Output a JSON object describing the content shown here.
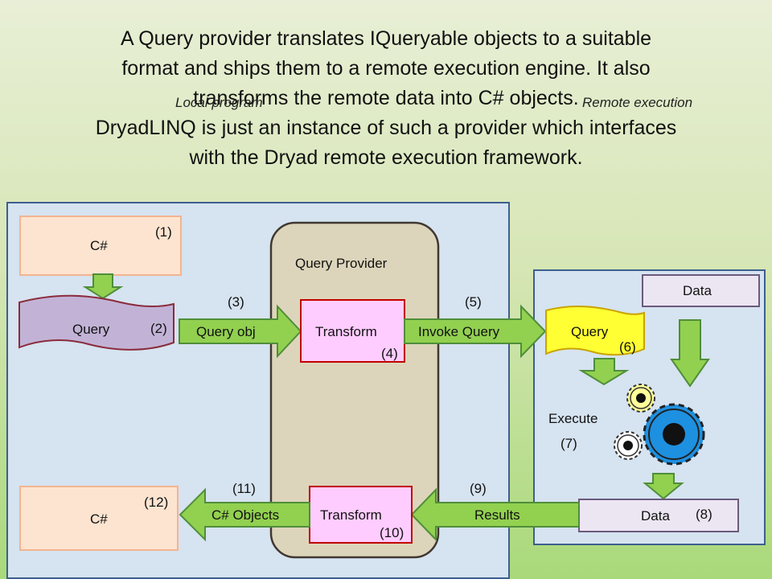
{
  "title_lines": [
    "A Query provider translates IQueryable objects to a suitable",
    "format and ships them to a remote execution engine.  It also",
    "transforms the remote data into C# objects.",
    "DryadLINQ is just an instance of such a provider which interfaces",
    "with the Dryad remote execution framework."
  ],
  "tags": {
    "local": "Local program",
    "remote": "Remote execution"
  },
  "local": {
    "csharp_top": "C#",
    "query": "Query",
    "csharp_bottom": "C#"
  },
  "provider": {
    "title": "Query Provider",
    "transform_top": "Transform",
    "transform_bottom": "Transform"
  },
  "arrows": {
    "query_obj": "Query obj",
    "invoke_query": "Invoke Query",
    "results": "Results",
    "csharp_objects": "C# Objects"
  },
  "remote": {
    "data_top": "Data",
    "query": "Query",
    "execute": "Execute",
    "data_bottom": "Data"
  },
  "steps": [
    "(1)",
    "(2)",
    "(3)",
    "(4)",
    "(5)",
    "(6)",
    "(7)",
    "(8)",
    "(9)",
    "(10)",
    "(11)",
    "(12)"
  ],
  "colors": {
    "panel_border": "#3d5f8f",
    "panel_fill": "#d6e3f0",
    "provider_fill": "#ddd5bb",
    "csharp_fill": "#fde4d0",
    "csharp_border": "#f3b48f",
    "transform_fill": "#ffccff",
    "transform_border": "#c00000",
    "arrow_fill": "#92d050",
    "arrow_border": "#4f8e3a",
    "query_local_fill": "#c2b3d6",
    "query_remote_fill": "#ffff33",
    "data_fill": "#ece6f3",
    "gear_blue": "#1e90e0",
    "gear_yellow": "#ffff99"
  }
}
